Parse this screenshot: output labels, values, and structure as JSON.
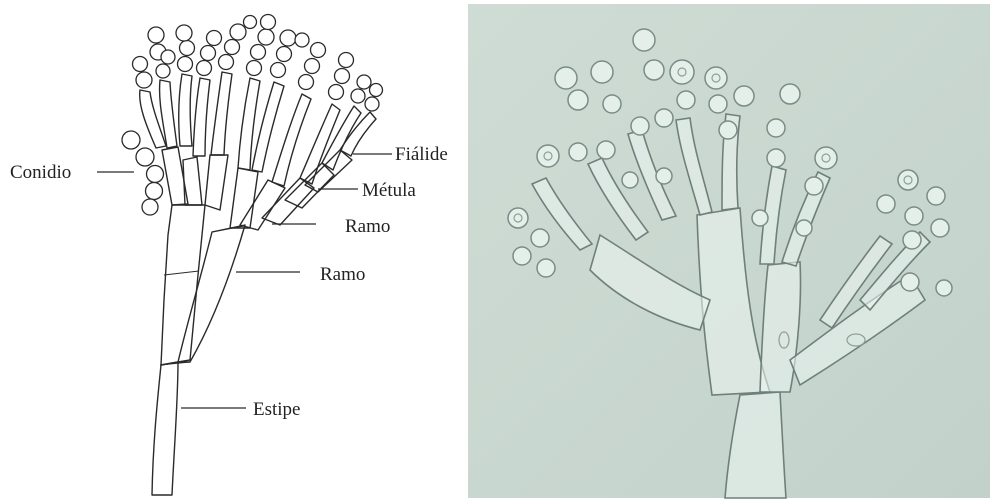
{
  "diagram": {
    "labels": {
      "conidio": "Conidio",
      "fialide": "Fiálide",
      "metula": "Métula",
      "ramo_upper": "Ramo",
      "ramo_lower": "Ramo",
      "estipe": "Estipe"
    }
  },
  "colors": {
    "background": "#ffffff",
    "ink": "#2a2a2a",
    "micrograph_background": "#c9d8d1"
  }
}
